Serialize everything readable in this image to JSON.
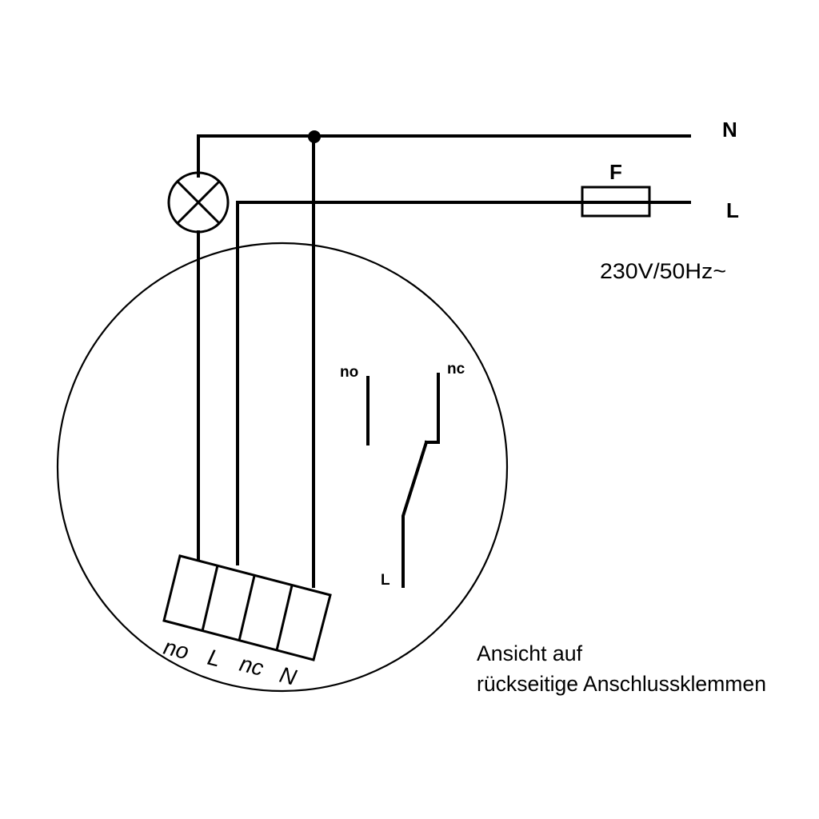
{
  "mains": {
    "neutral_label": "N",
    "line_label": "L",
    "fuse_label": "F",
    "supply_label": "230V/50Hz~"
  },
  "device": {
    "switch_contacts": {
      "no_label": "no",
      "nc_label": "nc",
      "common_label": "L"
    },
    "terminal_block": {
      "terminals": [
        "no",
        "L",
        "nc",
        "N"
      ]
    }
  },
  "caption": {
    "line1": "Ansicht auf",
    "line2": "rückseitige Anschlussklemmen"
  },
  "colors": {
    "line": "#000000",
    "background": "#ffffff"
  }
}
